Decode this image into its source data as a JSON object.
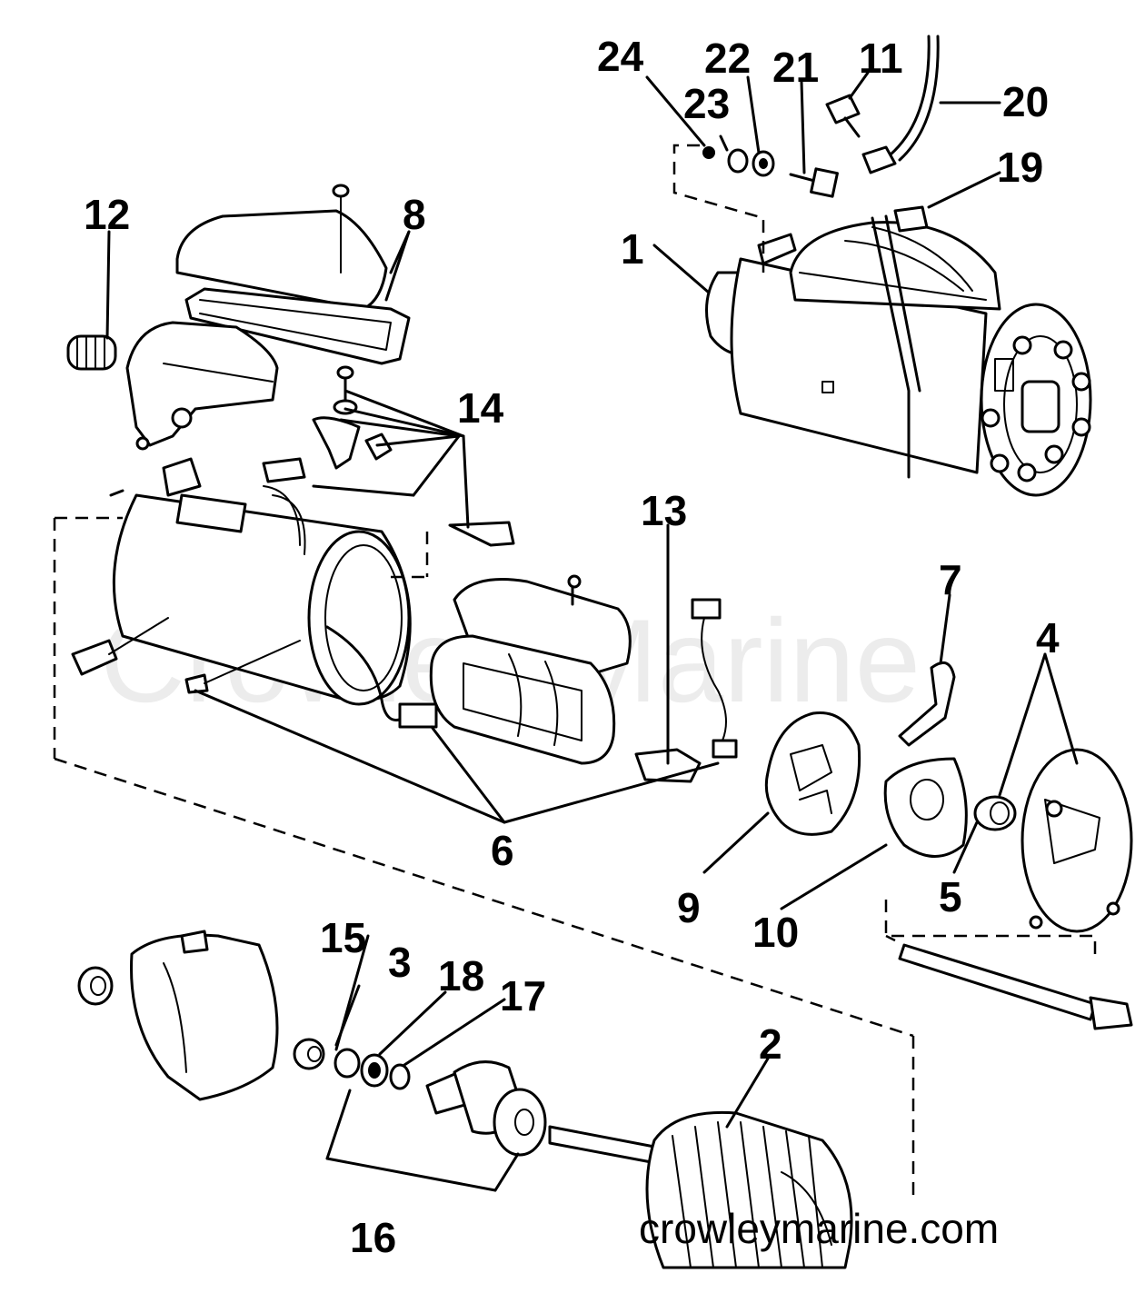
{
  "watermark": "Crowley Marine",
  "website": "crowleymarine.com",
  "callouts": {
    "c1": "1",
    "c2": "2",
    "c3": "3",
    "c4": "4",
    "c5": "5",
    "c6": "6",
    "c7": "7",
    "c8": "8",
    "c9": "9",
    "c10": "10",
    "c11": "11",
    "c12": "12",
    "c13": "13",
    "c14": "14",
    "c15": "15",
    "c16": "16",
    "c17": "17",
    "c18": "18",
    "c19": "19",
    "c20": "20",
    "c21": "21",
    "c22": "22",
    "c23": "23",
    "c24": "24"
  }
}
